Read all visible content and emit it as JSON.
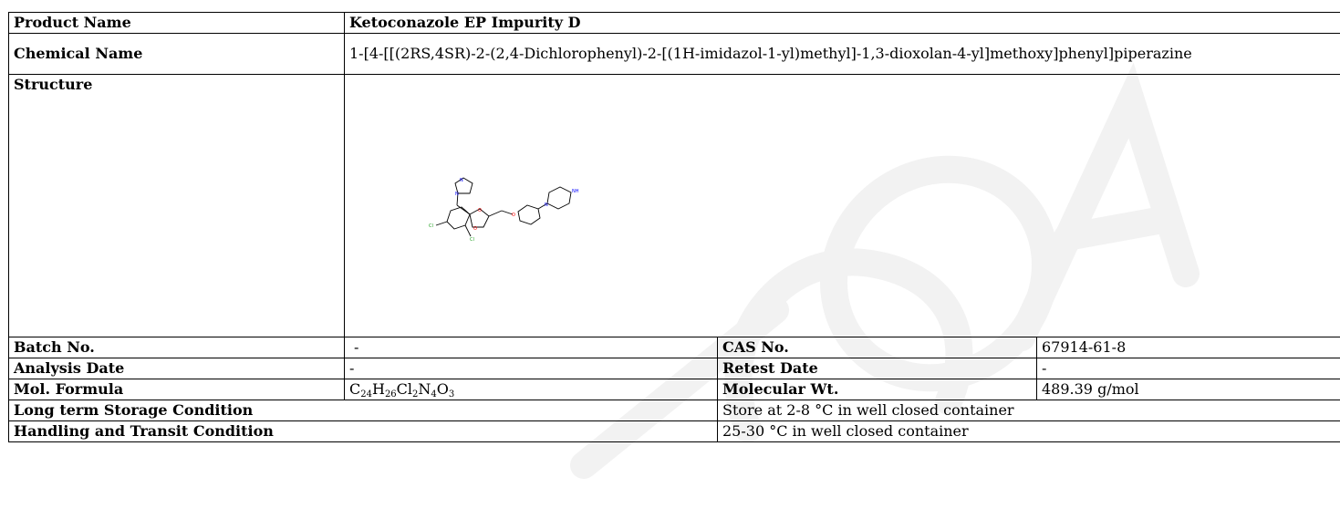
{
  "product_name": {
    "label": "Product Name",
    "value": "Ketoconazole EP Impurity D"
  },
  "chemical_name": {
    "label": "Chemical Name",
    "value": "1-[4-[[(2RS,4SR)-2-(2,4-Dichlorophenyl)-2-[(1H-imidazol-1-yl)methyl]-1,3-dioxolan-4-yl]methoxy]phenyl]piperazine"
  },
  "structure": {
    "label": "Structure",
    "atoms": {
      "n1": "N",
      "n2": "N",
      "nh": "NH",
      "o1": "O",
      "o2": "O",
      "o3": "O",
      "n3": "N",
      "cl1": "Cl",
      "cl2": "Cl"
    }
  },
  "batch_no": {
    "label": "Batch No.",
    "value": "-"
  },
  "cas_no": {
    "label": "CAS No.",
    "value": "67914-61-8"
  },
  "analysis_date": {
    "label": "Analysis Date",
    "value": "-"
  },
  "retest_date": {
    "label": "Retest Date",
    "value": "-"
  },
  "mol_formula": {
    "label": "Mol. Formula",
    "parts": {
      "c": "C",
      "c_n": "24",
      "h": "H",
      "h_n": "26",
      "cl": "Cl",
      "cl_n": "2",
      "n": "N",
      "n_n": "4",
      "o": "O",
      "o_n": "3"
    }
  },
  "molecular_wt": {
    "label": "Molecular Wt.",
    "value": "489.39 g/mol"
  },
  "long_term_storage": {
    "label": "Long term Storage Condition",
    "value": "Store at 2-8 °C in well closed container"
  },
  "handling_transit": {
    "label": "Handling and Transit Condition",
    "value": "25-30 °C in well closed container"
  },
  "colors": {
    "border": "#000000",
    "watermark": "#f2f2f2",
    "oxygen": "#ff0000",
    "nitrogen": "#0000ff",
    "chlorine": "#1fa01f"
  }
}
